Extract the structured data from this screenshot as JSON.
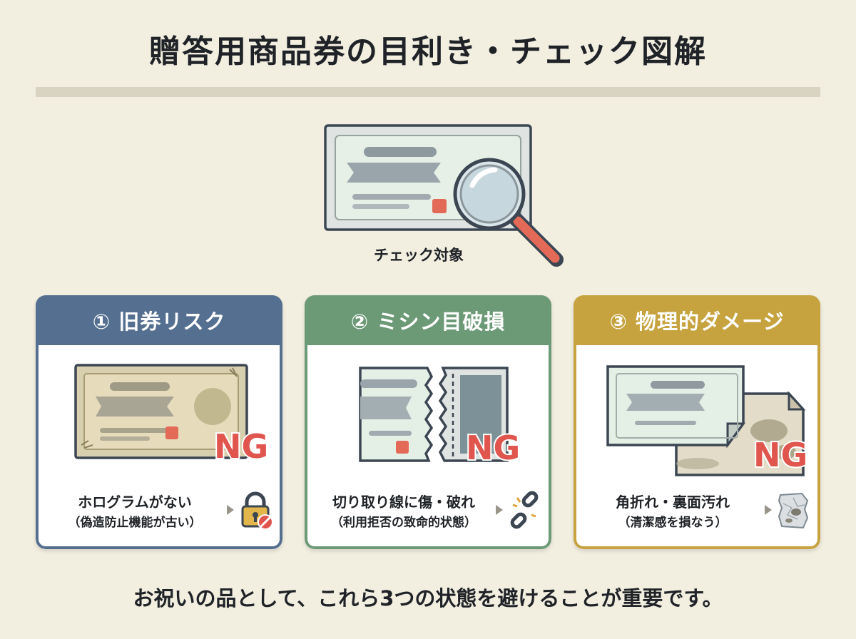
{
  "title": "贈答用商品券の目利き・チェック図解",
  "hero": {
    "label": "チェック対象"
  },
  "cards": [
    {
      "heading": "① 旧券リスク",
      "color": "#546f90",
      "ng": "NG",
      "caption_main": "ホログラムがない",
      "caption_sub": "（偽造防止機能が古い）",
      "icon": "lock-prohibited-icon"
    },
    {
      "heading": "② ミシン目破損",
      "color": "#6c9a76",
      "ng": "NG",
      "caption_main": "切り取り線に傷・破れ",
      "caption_sub": "（利用拒否の致命的状態）",
      "icon": "broken-chain-icon"
    },
    {
      "heading": "③ 物理的ダメージ",
      "color": "#c6a33f",
      "ng": "NG",
      "caption_main": "角折れ・裏面汚れ",
      "caption_sub": "（清潔感を損なう）",
      "icon": "crumpled-paper-icon"
    }
  ],
  "footer": "お祝いの品として、これら3つの状態を避けることが重要です。",
  "colors": {
    "background": "#f2eee0",
    "ng_red": "#e0564f",
    "ticket_green": "#e4efe6",
    "ticket_border": "#3b4652"
  }
}
